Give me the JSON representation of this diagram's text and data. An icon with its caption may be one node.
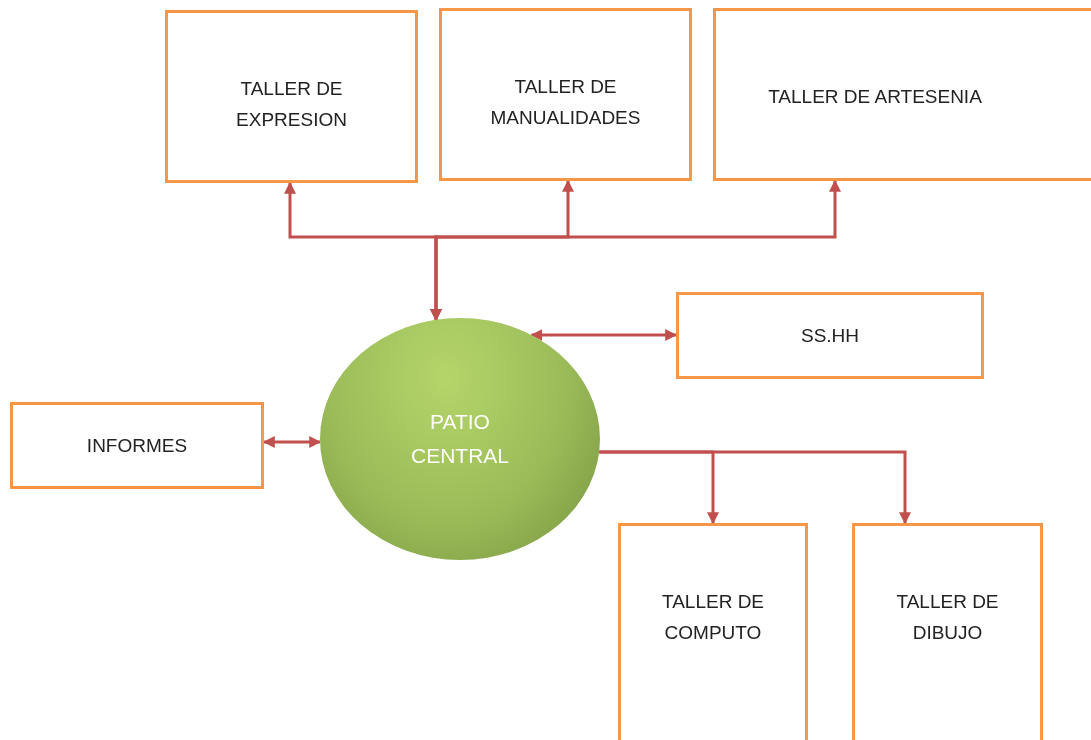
{
  "diagram": {
    "nodes": [
      {
        "text": [
          "TALLER DE EXPRESION"
        ]
      },
      {
        "text": [
          "TALLER DE MANUALIDADES"
        ]
      },
      {
        "text": [
          "TALLER DE ARTESENIA"
        ]
      },
      {
        "text": [
          "SS.HH"
        ]
      },
      {
        "text": [
          "INFORMES"
        ]
      },
      {
        "text": [
          "PATIO CENTRAL"
        ]
      },
      {
        "text": [
          "TALLER DE COMPUTO"
        ]
      },
      {
        "text": [
          "TALLER DE DIBUJO"
        ]
      }
    ],
    "edges": [
      {
        "from": 5,
        "to": 0,
        "arrow": "both"
      },
      {
        "from": 5,
        "to": 1,
        "arrow": "both"
      },
      {
        "from": 5,
        "to": 2,
        "arrow": "both"
      },
      {
        "from": 5,
        "to": 3,
        "arrow": "both"
      },
      {
        "from": 5,
        "to": 4,
        "arrow": "both"
      },
      {
        "from": 5,
        "to": 6,
        "arrow": "to"
      },
      {
        "from": 5,
        "to": 7,
        "arrow": "to"
      }
    ]
  }
}
